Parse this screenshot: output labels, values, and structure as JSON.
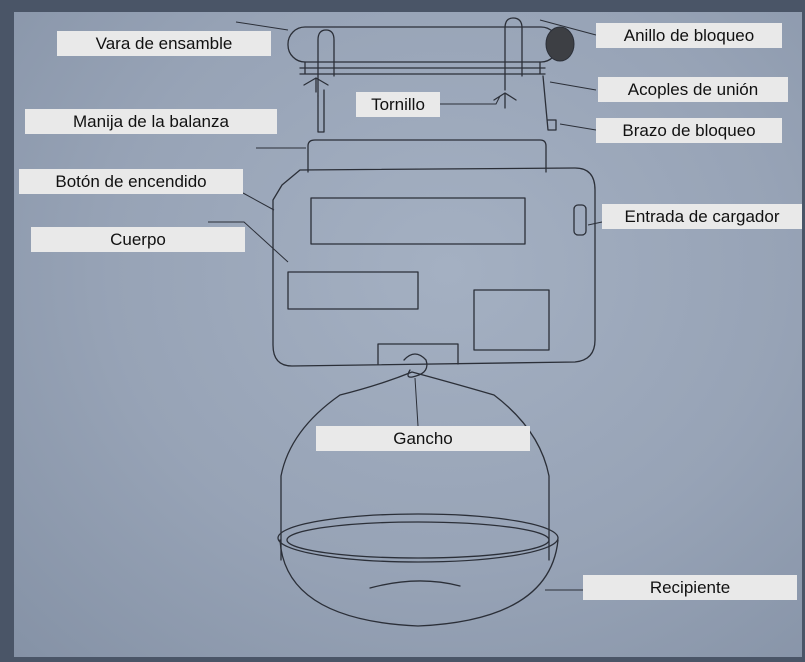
{
  "labels": {
    "vara": "Vara de ensamble",
    "anillo": "Anillo de bloqueo",
    "acoples": "Acoples de unión",
    "tornillo": "Tornillo",
    "brazo": "Brazo de bloqueo",
    "manija": "Manija de la balanza",
    "boton": "Botón de encendido",
    "entrada": "Entrada de cargador",
    "cuerpo": "Cuerpo",
    "gancho": "Gancho",
    "recipiente": "Recipiente"
  },
  "colors": {
    "background": "#97a3b6",
    "label_fill": "#e9e9e9",
    "ink": "#2b2f38"
  }
}
